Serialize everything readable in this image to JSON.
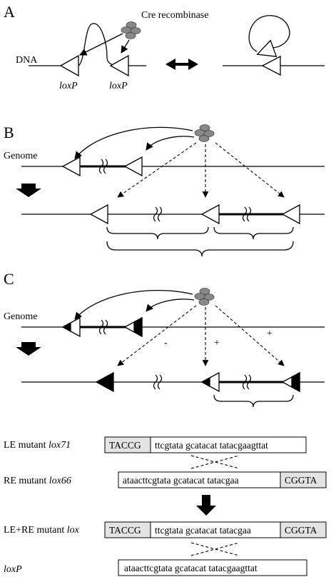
{
  "panel_a": {
    "letter": "A",
    "enzyme_label": "Cre recombinase",
    "dna_label": "DNA",
    "site_left_label": "loxP",
    "site_right_label": "loxP"
  },
  "panel_b": {
    "letter": "B",
    "genome_label": "Genome"
  },
  "panel_c": {
    "letter": "C",
    "genome_label": "Genome",
    "sign_minus": "-",
    "sign_plus_1": "+",
    "sign_plus_2": "+"
  },
  "sequences": {
    "le_mutant": {
      "label_prefix": "LE mutant ",
      "label_name": "lox71",
      "box_gray_left": "TACCG",
      "box_main": "ttcgtata gcatacat tatacgaagttat"
    },
    "re_mutant": {
      "label_prefix": "RE mutant ",
      "label_name": "lox66",
      "box_main": "ataacttcgtata gcatacat tatacgaa",
      "box_gray_right": "CGGTA"
    },
    "le_re_mutant": {
      "label_prefix": "LE+RE mutant ",
      "label_name": "lox",
      "box_gray_left": "TACCG",
      "box_main": "ttcgtata gcatacat tatacgaa",
      "box_gray_right": "CGGTA"
    },
    "loxp": {
      "label_name": "loxP",
      "box_main": "ataacttcgtata gcatacat tatacgaagttat"
    }
  }
}
